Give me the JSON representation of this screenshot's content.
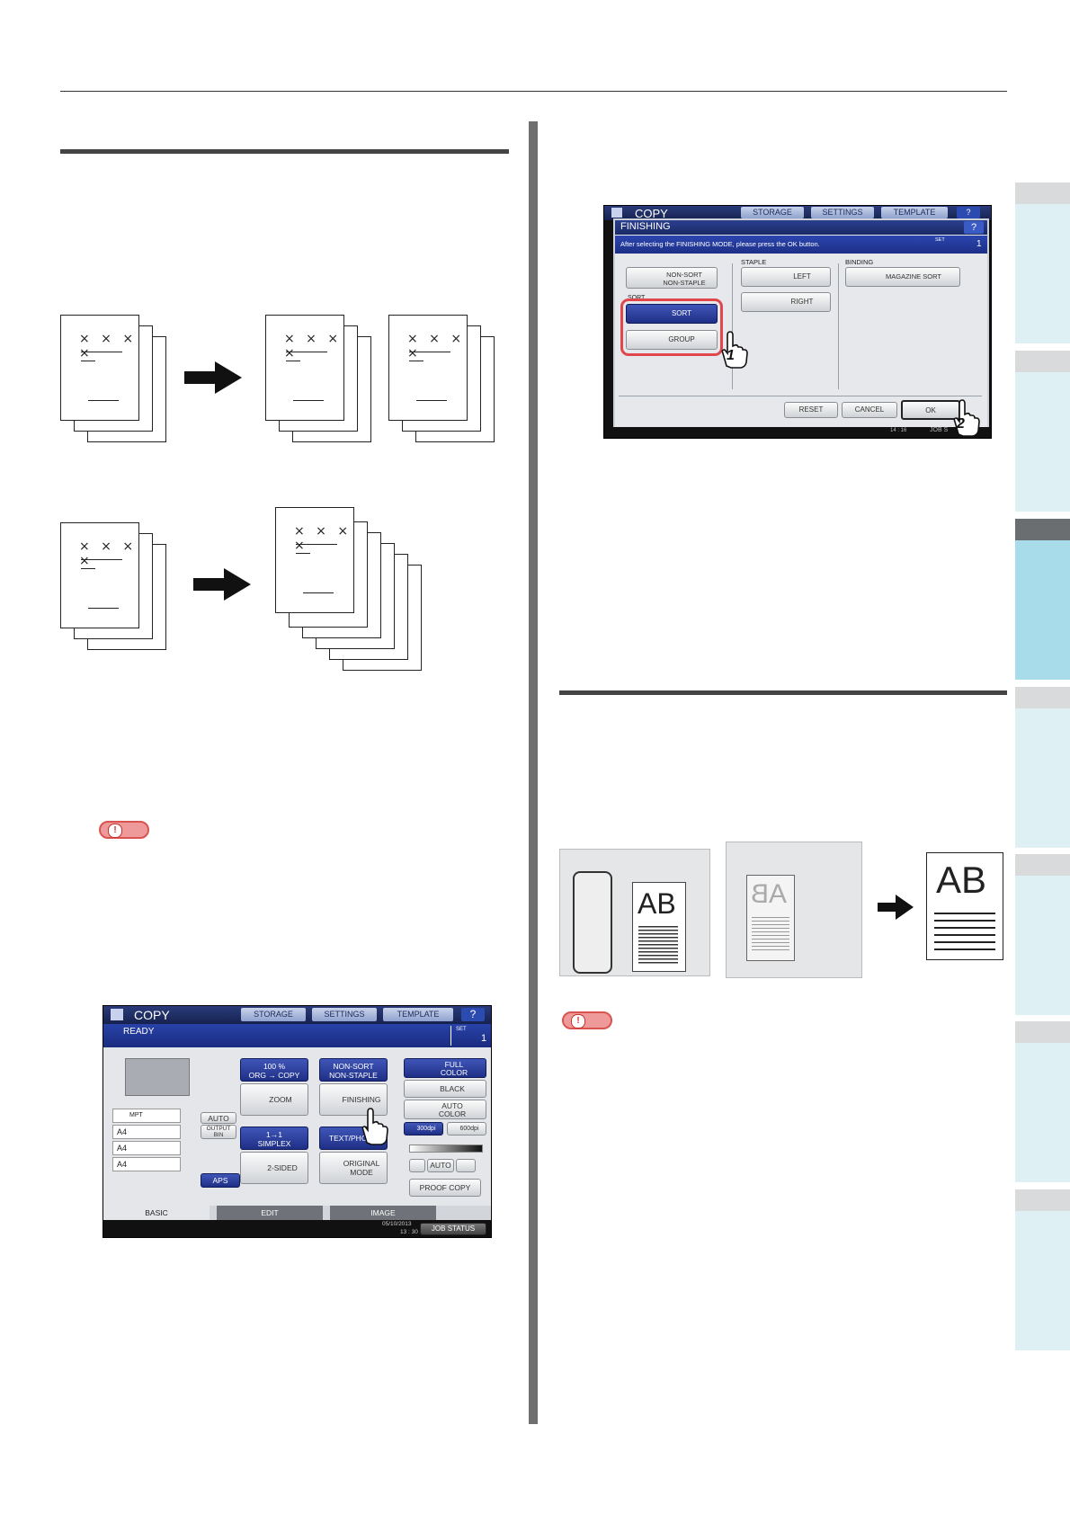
{
  "stack_mark": "× × × ×",
  "finishing_panel": {
    "app_title": "COPY",
    "top_buttons": [
      "STORAGE",
      "SETTINGS",
      "TEMPLATE",
      "?"
    ],
    "title": "FINISHING",
    "help": "?",
    "message": "After selecting the FINISHING MODE, please press the OK button.",
    "set_label": "SET",
    "set_value": "1",
    "nonsort_label": "NON-SORT\nNON-STAPLE",
    "sort_heading": "SORT",
    "sort_btn": "SORT",
    "group_btn": "GROUP",
    "staple_heading": "STAPLE",
    "staple_left": "LEFT",
    "staple_right": "RIGHT",
    "binding_heading": "BINDING",
    "magazine_sort": "MAGAZINE SORT",
    "reset": "RESET",
    "cancel": "CANCEL",
    "ok": "OK",
    "job_status": "JOB S",
    "time": "14 : 16",
    "step1": "1",
    "step2": "2"
  },
  "basic_panel": {
    "app_title": "COPY",
    "top_buttons": [
      "STORAGE",
      "SETTINGS",
      "TEMPLATE",
      "?"
    ],
    "status": "READY",
    "set_label": "SET",
    "set_value": "1",
    "zoom_info": "100 %\nORG → COPY",
    "zoom": "ZOOM",
    "finishing_info": "NON-SORT\nNON-STAPLE",
    "finishing": "FINISHING",
    "full_color": "FULL\nCOLOR",
    "black": "BLACK",
    "auto_color": "AUTO\nCOLOR",
    "dpi300": "300dpi",
    "dpi600": "600dpi",
    "mpt": "MPT",
    "trays": [
      "A4",
      "A4",
      "A4"
    ],
    "auto": "AUTO",
    "output_bin": "OUTPUT\nBIN",
    "aps": "APS",
    "duplex_info": "1→1\nSIMPLEX",
    "two_sided": "2-SIDED",
    "text_photo": "TEXT/PHOTO",
    "original_mode": "ORIGINAL\nMODE",
    "auto_density": "AUTO",
    "proof_copy": "PROOF COPY",
    "tabs": [
      "BASIC",
      "EDIT",
      "IMAGE"
    ],
    "date": "05/10/2013",
    "time": "13 : 30",
    "job_status": "JOB STATUS"
  },
  "ab_figure": {
    "text": "AB",
    "mirrored": "AB"
  },
  "colors": {
    "tab_head": "#d9dadb",
    "tab_body": "#dff0f5",
    "tab_active_head": "#6b6e70",
    "tab_active_body": "#a9dcea",
    "highlight": "#e0474c",
    "panel_blue": "#1f2f86"
  },
  "icons": [
    "arrow-right-icon",
    "hand-pointer-icon",
    "note-icon"
  ]
}
